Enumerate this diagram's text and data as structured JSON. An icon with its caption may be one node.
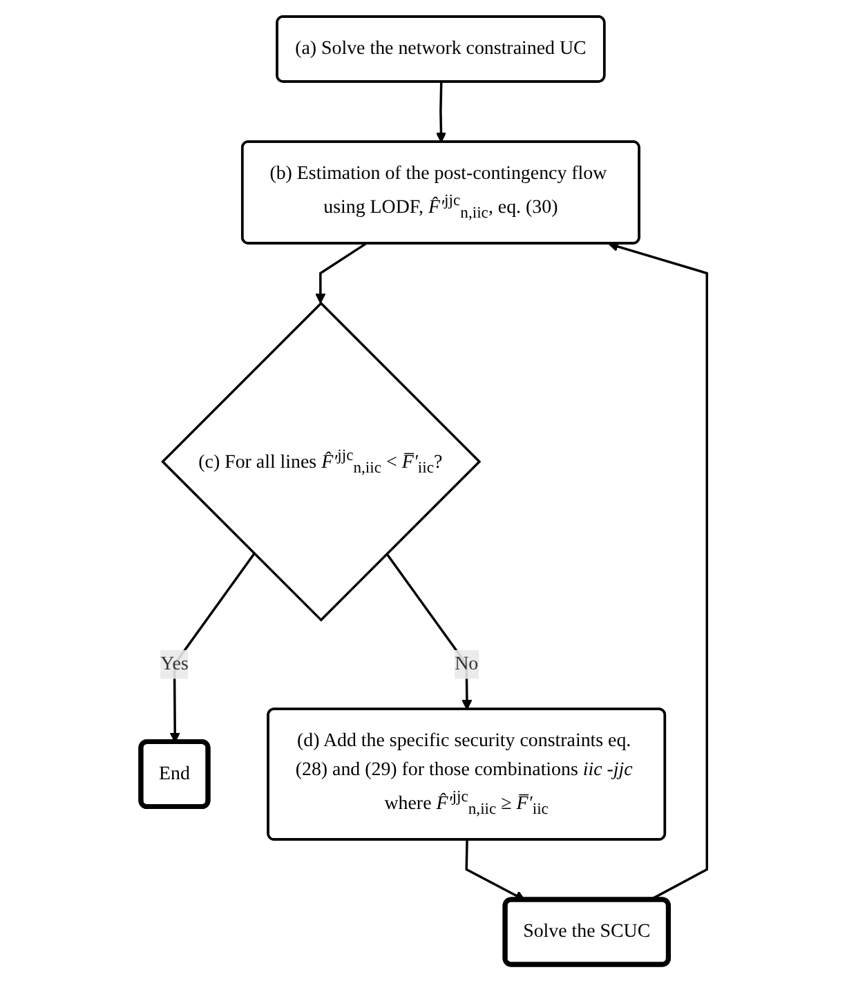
{
  "diagram": {
    "nodes": [
      {
        "text": [
          "(a) Solve the network constrained UC"
        ]
      },
      {
        "text": [
          "(b) Estimation of the post-contingency flow using LODF, *F̂′*$^{jjc}$$_{n,iic}$, eq. (30)"
        ]
      },
      {
        "text": [
          "(c) For all lines *F̂′*$^{jjc}$$_{n,iic}$ < *F̅′*$_{iic}$?"
        ]
      },
      {
        "text": [
          "End"
        ]
      },
      {
        "text": [
          "(d) Add the specific security constraints eq. (28) and (29) for those combinations *iic* -*jjc* where *F̂′*$^{jjc}$$_{n,iic}$ ≥ *F̅′*$_{iic}$"
        ]
      },
      {
        "text": [
          "Solve the SCUC"
        ]
      }
    ],
    "edges": [
      {
        "from": 0,
        "to": 1,
        "arrow": "to"
      },
      {
        "from": 1,
        "to": 2,
        "arrow": "to"
      },
      {
        "from": 2,
        "to": 3,
        "arrow": "to",
        "label": "Yes"
      },
      {
        "from": 2,
        "to": 4,
        "arrow": "to",
        "label": "No"
      },
      {
        "from": 4,
        "to": 5,
        "arrow": "to"
      },
      {
        "from": 5,
        "to": 1,
        "arrow": "to"
      }
    ]
  }
}
